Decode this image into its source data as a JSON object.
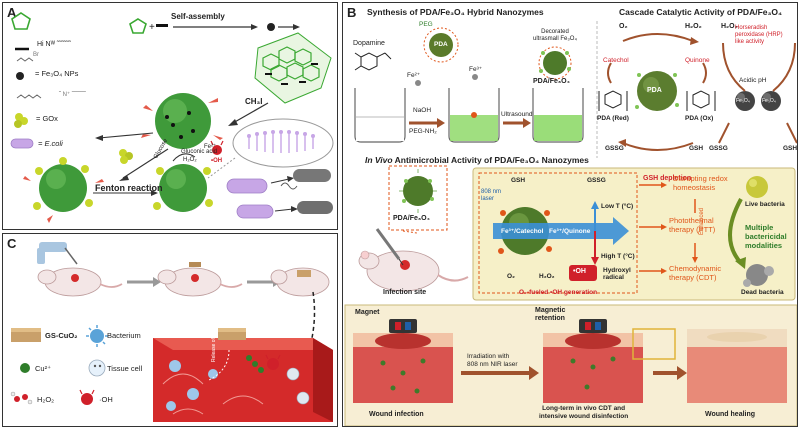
{
  "panel_a": {
    "label": "A",
    "self_assembly": "Self-assembly",
    "ch3i": "CH₃I",
    "legend_fe3o4": "= Fe₃O₄ NPs",
    "legend_gox": "= GOx",
    "legend_ecoli": "= E.coli",
    "fenton": "Fenton reaction",
    "glucose": "Glucose",
    "gluconic": "Gluconic acid",
    "h2o2": "H₂O₂",
    "fe2": "Fe²⁺",
    "oh": "•OH",
    "legend_br": "Br",
    "legend_chain": "Hi Nᵂ ˜˜˜˜˜˜",
    "legend_chain2": "˜ N⁺ ˜˜˜˜˜˜˜"
  },
  "panel_b": {
    "label": "B",
    "title_synthesis": "Synthesis of PDA/Fe₃O₄ Hybrid Nanozymes",
    "title_cascade": "Cascade Catalytic Activity of PDA/Fe₃O₄",
    "dopamine": "Dopamine",
    "peg": "PEG",
    "pda": "PDA",
    "fe2": "Fe²⁺",
    "fe3": "Fe³⁺",
    "naoh": "NaOH",
    "peg_nh2": "PEG-NH₂",
    "ultrasound": "Ultrasound",
    "decorated": "Decorated\nultrasmall Fe₃O₄",
    "hybrid": "PDA/Fe₃O₄",
    "o2": "O₂",
    "h2o2": "H₂O₂",
    "catechol": "Catechol",
    "quinone": "Quinone",
    "hrp": "Horseradish\nperoxidase (HRP)\nlike activity",
    "acidic_ph": "Acidic pH",
    "fe3o4": "Fe₃O₄",
    "pda_red": "PDA (Red)",
    "pda_ox": "PDA (Ox)",
    "gssg": "GSSG",
    "gsh": "GSH",
    "invivo_title": "In Vivo Antimicrobial Activity of PDA/Fe₃O₄ Nanozymes",
    "invivo_prefix": "In Vivo",
    "invivo_rest": " Antimicrobial Activity of PDA/Fe₃O₄ Nanozymes",
    "laser": "808 nm\nlaser",
    "infection_site": "Infection site",
    "fe_catechol": "Fe³⁺/Catechol",
    "fe_quinone": "Fe³⁺/Quinone",
    "low_t": "Low T (°C)",
    "high_t": "High T (°C)",
    "gsh_depletion": "GSH depletion",
    "disrupting": "Disrupting redox\nhomeostasis",
    "photothermal": "Photothermal\ntherapy (PTT)",
    "enhanced": "Enhanced",
    "chemodynamic": "Chemodynamic\ntherapy (CDT)",
    "hydroxyl": "Hydroxyl\nradical",
    "oh": "•OH",
    "o2_fueled": "O₂-fueled •OH generation",
    "live_bacteria": "Live bacteria",
    "multiple": "Multiple\nbactericidal\nmodalities",
    "dead_bacteria": "Dead bacteria",
    "magnet": "Magnet",
    "magnetic_retention": "Magnetic\nretention",
    "irradiation": "Irradiation with\n808 nm NIR laser",
    "wound_infection": "Wound infection",
    "long_term": "Long-term in vivo CDT and\nintensive wound disinfection",
    "wound_healing": "Wound healing"
  },
  "panel_c": {
    "label": "C",
    "gs_cuo2": "GS-CuO₂",
    "bacterium": "Bacterium",
    "cu2": "Cu²⁺",
    "tissue_cell": "Tissue cell",
    "h2o2": "H₂O₂",
    "oh": "·OH",
    "release": "Release of Cu²⁺"
  },
  "colors": {
    "nanoparticle_green": "#3f9a3a",
    "gox_yellow": "#c8d62a",
    "ecoli_purple": "#c7a6e6",
    "arrow_brown": "#a0522d",
    "tissue_red": "#d42a2a",
    "hex_green": "#3aa832",
    "purple_hex": "#7e2f8e",
    "cream_box": "#f6f0c8",
    "blue_arrow": "#3b8fd6"
  }
}
